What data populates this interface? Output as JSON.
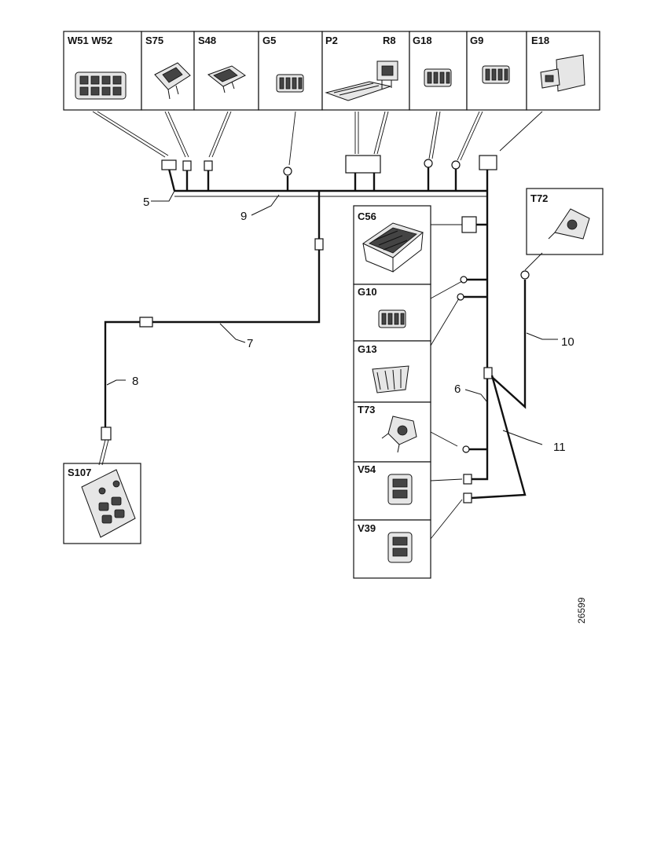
{
  "components_top": [
    {
      "id": "w51w52",
      "label": "W51 W52"
    },
    {
      "id": "s75",
      "label": "S75"
    },
    {
      "id": "s48",
      "label": "S48"
    },
    {
      "id": "g5",
      "label": "G5"
    },
    {
      "id": "p2",
      "label": "P2"
    },
    {
      "id": "r8",
      "label": "R8"
    },
    {
      "id": "g18",
      "label": "G18"
    },
    {
      "id": "g9",
      "label": "G9"
    },
    {
      "id": "e18",
      "label": "E18"
    }
  ],
  "components_right": [
    {
      "id": "c56",
      "label": "C56"
    },
    {
      "id": "g10",
      "label": "G10"
    },
    {
      "id": "g13",
      "label": "G13"
    },
    {
      "id": "t73",
      "label": "T73"
    },
    {
      "id": "v54",
      "label": "V54"
    },
    {
      "id": "v39",
      "label": "V39"
    }
  ],
  "components_other": [
    {
      "id": "t72",
      "label": "T72"
    },
    {
      "id": "s107",
      "label": "S107"
    }
  ],
  "harness_numbers": [
    "5",
    "9",
    "7",
    "8",
    "6",
    "10",
    "11"
  ],
  "figure_number": "26599"
}
